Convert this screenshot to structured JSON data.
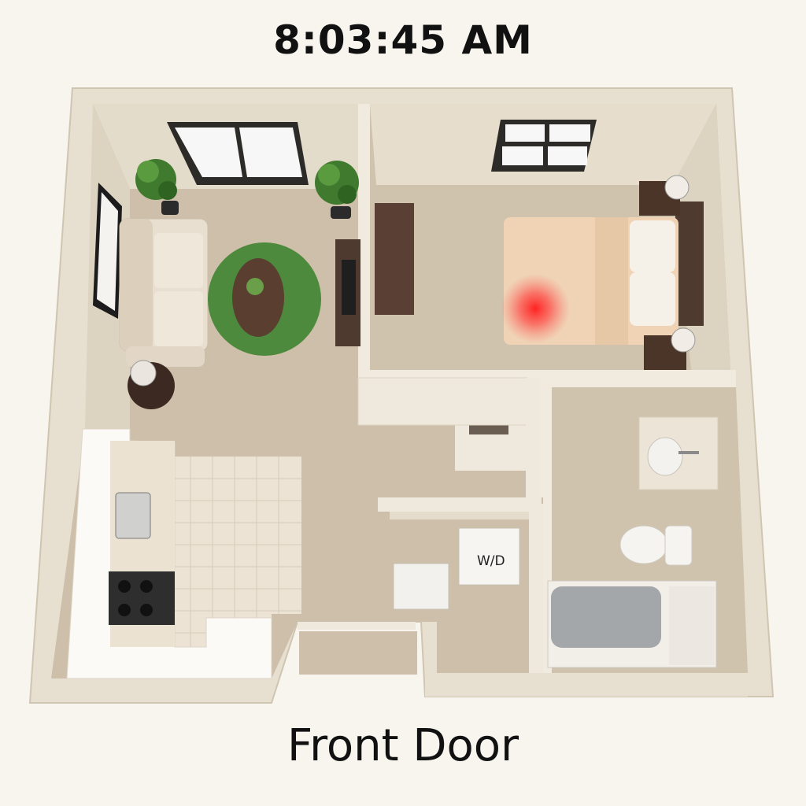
{
  "status": {
    "clock": "8:03:45 AM"
  },
  "labels": {
    "front_door": "Front Door",
    "laundry": "W/D"
  },
  "rooms": [
    "living-room",
    "bedroom",
    "kitchen",
    "bathroom",
    "laundry-closet",
    "entry-hall",
    "hall-closet"
  ],
  "indicator": {
    "room": "bedroom",
    "color": "#ff2a2a"
  },
  "colors": {
    "wall": "#ebe3d3",
    "wall_shade": "#d8ceb9",
    "floor": "#cfc2ad",
    "rug": "#4e8a3e",
    "wood": "#5a3f30",
    "bedding": "#f0d2b4",
    "tile": "#efe6d8"
  }
}
